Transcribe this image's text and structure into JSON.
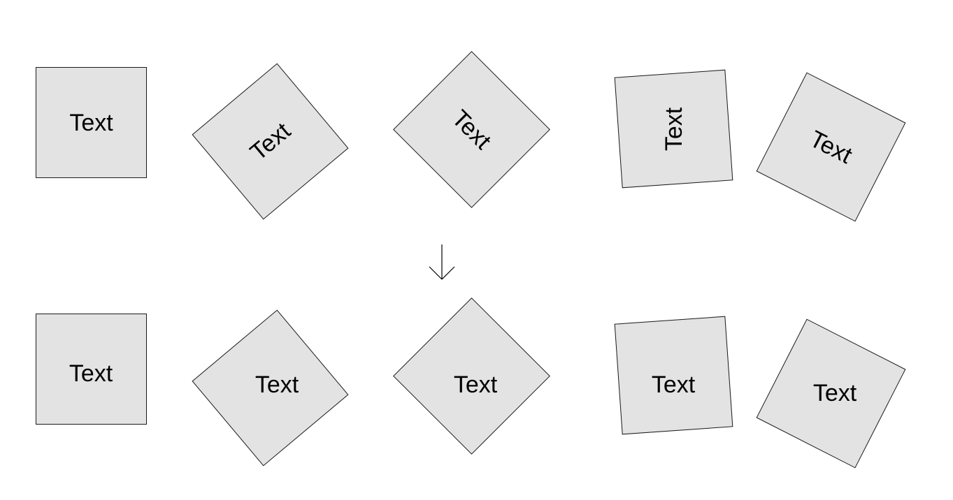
{
  "top_row": [
    {
      "label": "Text"
    },
    {
      "label": "Text"
    },
    {
      "label": "Text"
    },
    {
      "label": "Text"
    },
    {
      "label": "Text"
    }
  ],
  "bottom_row": [
    {
      "label": "Text"
    },
    {
      "label": "Text"
    },
    {
      "label": "Text"
    },
    {
      "label": "Text"
    },
    {
      "label": "Text"
    }
  ],
  "arrow_icon": "down-arrow-icon",
  "colors": {
    "shape_fill": "#e3e3e3",
    "shape_stroke": "#1a1a1a",
    "text": "#000000"
  }
}
